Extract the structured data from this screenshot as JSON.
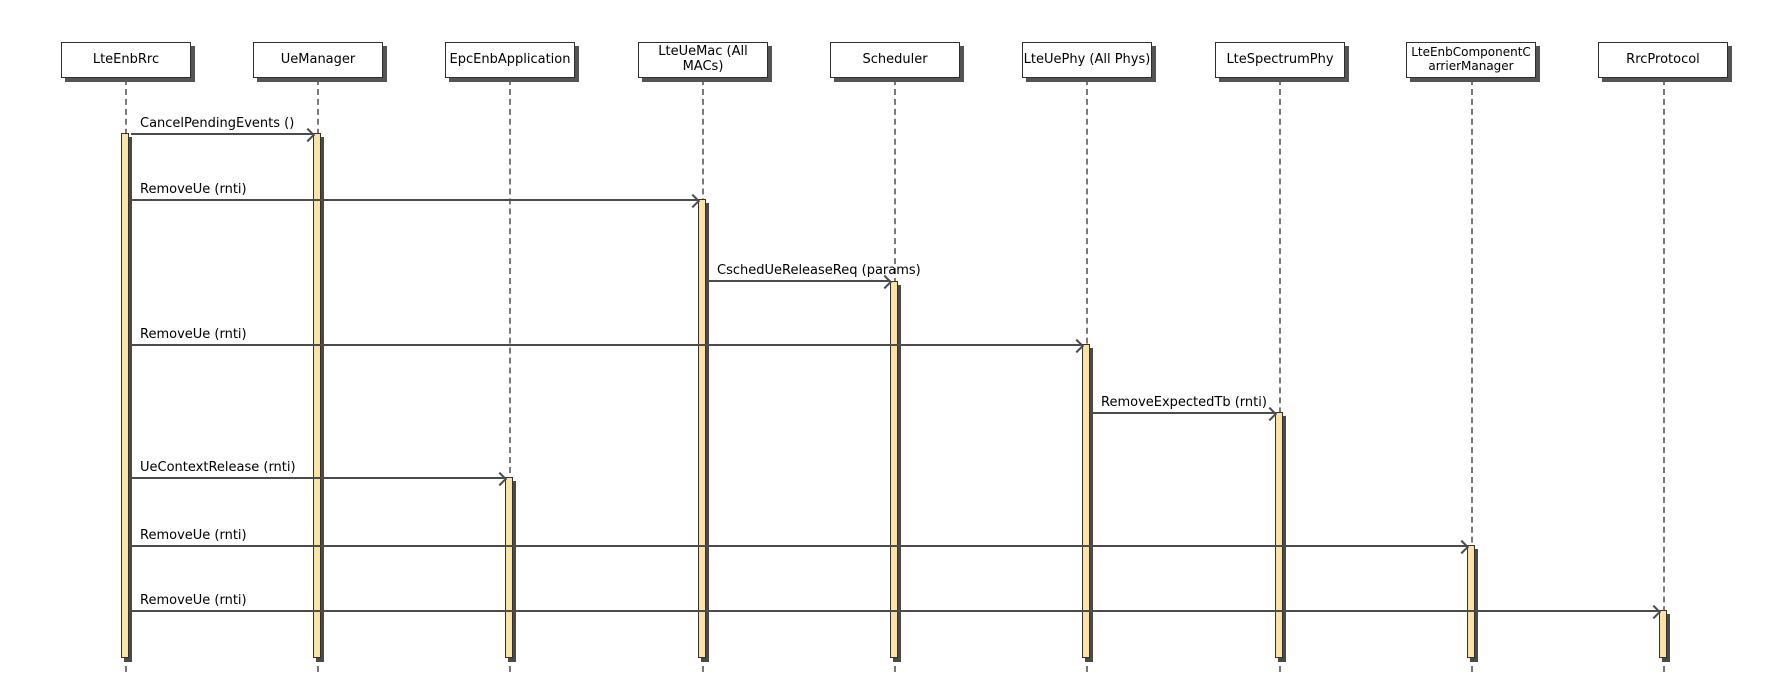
{
  "diagram": {
    "type": "uml-sequence",
    "actors": [
      {
        "label": "LteEnbRrc"
      },
      {
        "label": "UeManager"
      },
      {
        "label": "EpcEnbApplication"
      },
      {
        "label": "LteUeMac (All MACs)"
      },
      {
        "label": "Scheduler"
      },
      {
        "label": "LteUePhy (All Phys)"
      },
      {
        "label": "LteSpectrumPhy"
      },
      {
        "label": "LteEnbComponentCarrierManager"
      },
      {
        "label": "RrcProtocol"
      }
    ],
    "messages": [
      {
        "label": "CancelPendingEvents ()",
        "from": "LteEnbRrc",
        "to": "UeManager"
      },
      {
        "label": "RemoveUe (rnti)",
        "from": "LteEnbRrc",
        "to": "LteUeMac (All MACs)"
      },
      {
        "label": "CschedUeReleaseReq (params)",
        "from": "LteUeMac (All MACs)",
        "to": "Scheduler"
      },
      {
        "label": "RemoveUe (rnti)",
        "from": "LteEnbRrc",
        "to": "LteUePhy (All Phys)"
      },
      {
        "label": "RemoveExpectedTb (rnti)",
        "from": "LteUePhy (All Phys)",
        "to": "LteSpectrumPhy"
      },
      {
        "label": "UeContextRelease (rnti)",
        "from": "LteEnbRrc",
        "to": "EpcEnbApplication"
      },
      {
        "label": "RemoveUe (rnti)",
        "from": "LteEnbRrc",
        "to": "LteEnbComponentCarrierManager"
      },
      {
        "label": "RemoveUe (rnti)",
        "from": "LteEnbRrc",
        "to": "RrcProtocol"
      }
    ],
    "colors": {
      "background": "#ffffff",
      "activation_fill": "#fbe2a7",
      "activation_border": "#35322c",
      "shadow": "#4a4a4a",
      "lifeline": "#7a7a7a",
      "arrow": "#4c4c4c",
      "box_fill": "#ffffff",
      "box_border": "#2e2e2e",
      "text": "#000000"
    }
  }
}
